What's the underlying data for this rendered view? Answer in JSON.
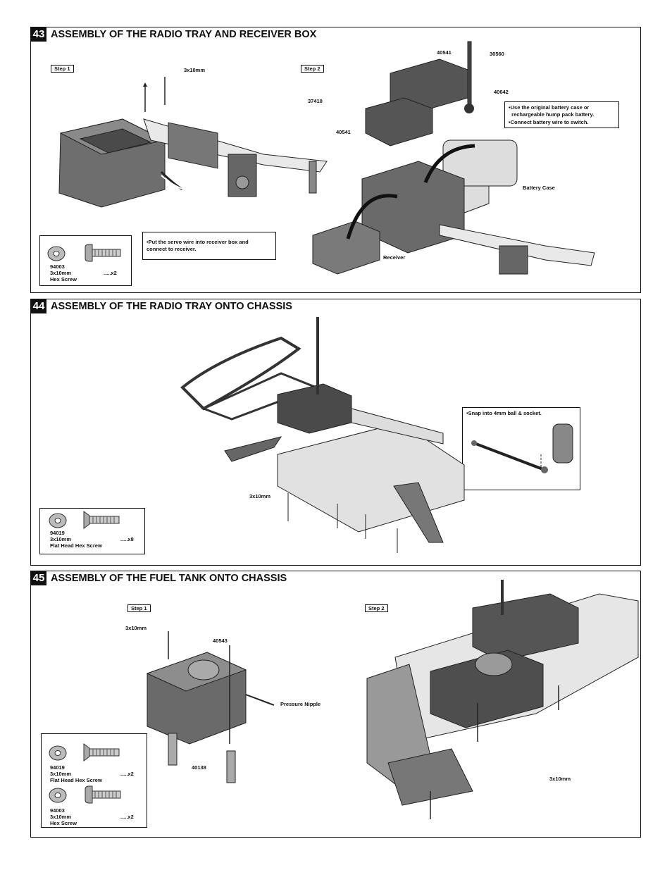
{
  "sections": [
    {
      "number": "43",
      "title": "ASSEMBLY OF THE RADIO TRAY AND RECEIVER BOX",
      "step1": "Step 1",
      "step2": "Step 2",
      "labels": {
        "screw_size": "3x10mm",
        "p40541_top": "40541",
        "p30560": "30560",
        "p37410": "37410",
        "p40642": "40642",
        "p40541_bottom": "40541",
        "battery_case": "Battery Case",
        "receiver": "Receiver"
      },
      "note_battery": [
        "•Use the original battery case or",
        "  rechargeable hump pack battery.",
        "•Connect battery wire to switch."
      ],
      "note_servo": [
        "•Put the servo wire into receiver box and",
        "  connect to receiver."
      ],
      "parts": [
        {
          "code": "94003",
          "size": "3x10mm",
          "qty": ".....x2",
          "name": "Hex Screw"
        }
      ]
    },
    {
      "number": "44",
      "title": "ASSEMBLY OF THE RADIO TRAY ONTO CHASSIS",
      "labels": {
        "screw_size": "3x10mm"
      },
      "note_snap": "•Snap into 4mm ball & socket.",
      "parts": [
        {
          "code": "94019",
          "size": "3x10mm",
          "qty": ".....x8",
          "name": "Flat Head Hex Screw"
        }
      ]
    },
    {
      "number": "45",
      "title": "ASSEMBLY OF THE FUEL TANK ONTO CHASSIS",
      "step1": "Step 1",
      "step2": "Step 2",
      "labels": {
        "screw_size_1": "3x10mm",
        "p40543": "40543",
        "pressure_nipple": "Pressure Nipple",
        "p40138": "40138",
        "screw_size_2": "3x10mm"
      },
      "parts": [
        {
          "code": "94019",
          "size": "3x10mm",
          "qty": ".....x2",
          "name": "Flat Head Hex Screw"
        },
        {
          "code": "94003",
          "size": "3x10mm",
          "qty": ".....x2",
          "name": "Hex Screw"
        }
      ]
    }
  ]
}
